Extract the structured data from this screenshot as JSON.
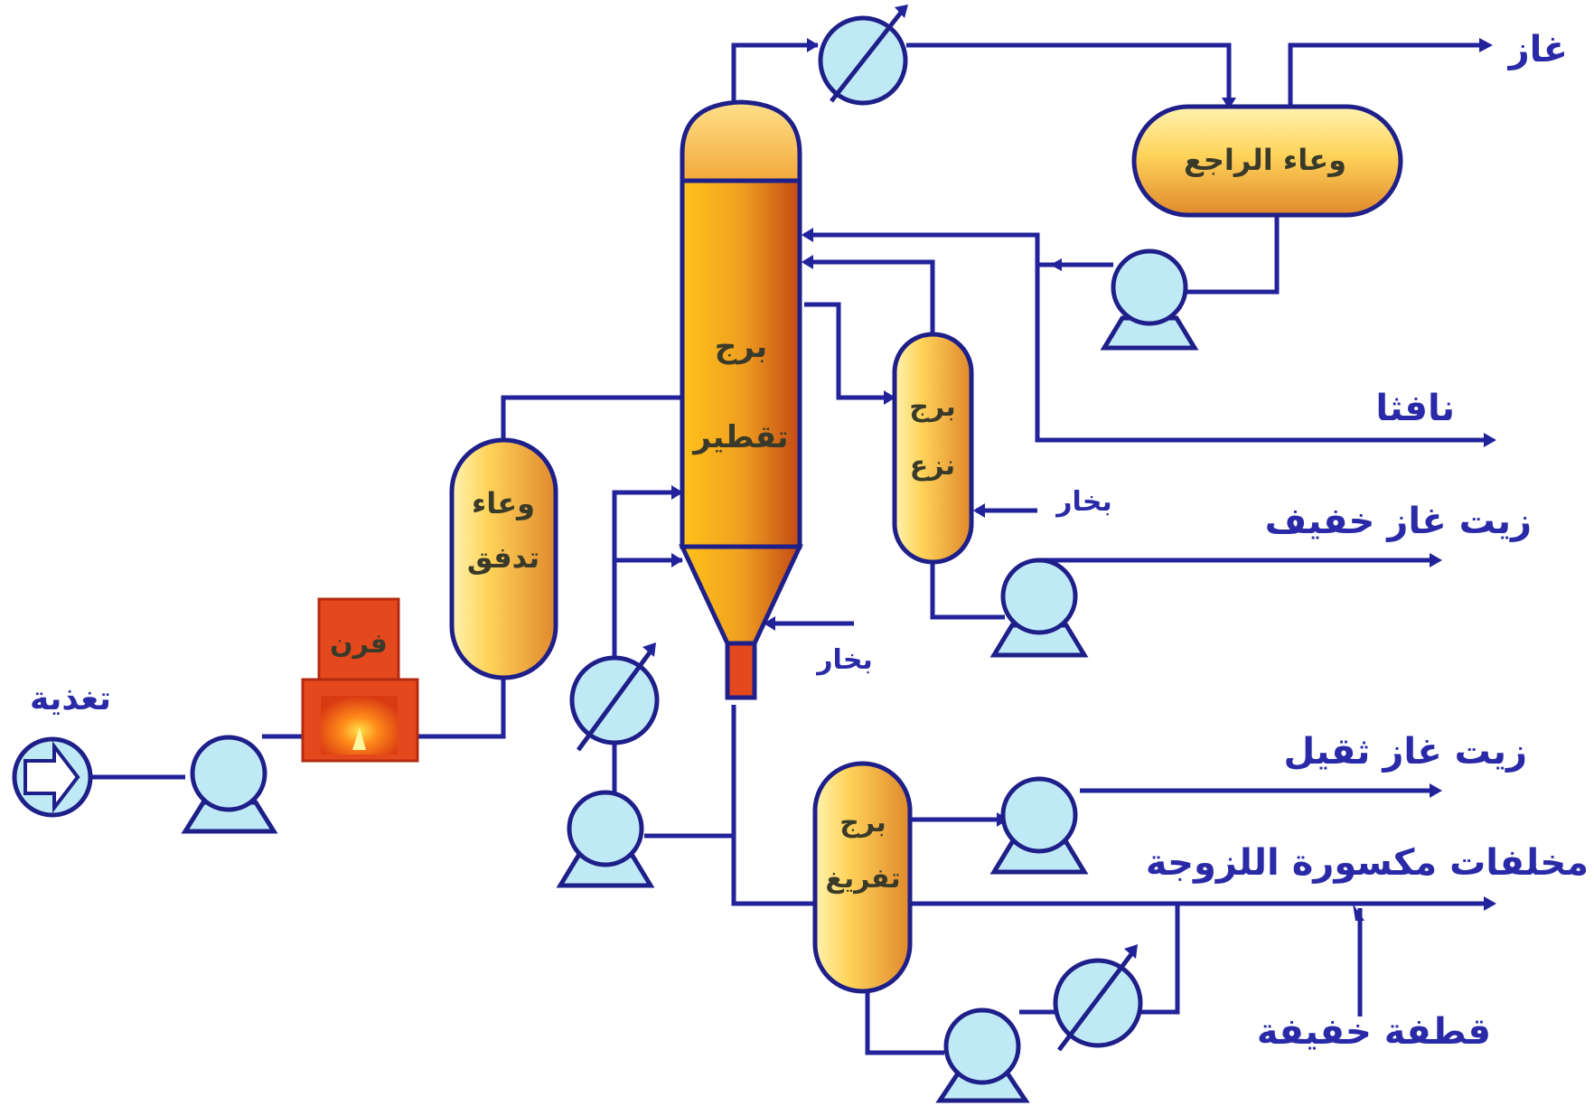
{
  "labels": {
    "gas": "غاز",
    "reflux_drum": "وعاء الراجع",
    "naphtha": "نافثا",
    "steam_stripper": "بخار",
    "light_gas_oil": "زيت غاز خفيف",
    "distillation_tower_l1": "برج",
    "distillation_tower_l2": "تقطير",
    "stripper_tower_l1": "برج",
    "stripper_tower_l2": "نزع",
    "flash_drum_l1": "وعاء",
    "flash_drum_l2": "تدفق",
    "furnace": "فرن",
    "feed": "تغذية",
    "steam_bottom": "بخار",
    "heavy_gas_oil": "زيت غاز ثقيل",
    "vacuum_tower_l1": "برج",
    "vacuum_tower_l2": "تفريغ",
    "viscous_residue": "مخلفات مكسورة اللزوجة",
    "light_cut": "قطفة خفيفة"
  },
  "colors": {
    "pipe": "#22229a",
    "vessel_fill_light": "#ffd35a",
    "vessel_fill_dark": "#d9731f",
    "equipment_fill": "#bfeaf5",
    "furnace": "#e4491d",
    "label": "#2a2aa8"
  }
}
